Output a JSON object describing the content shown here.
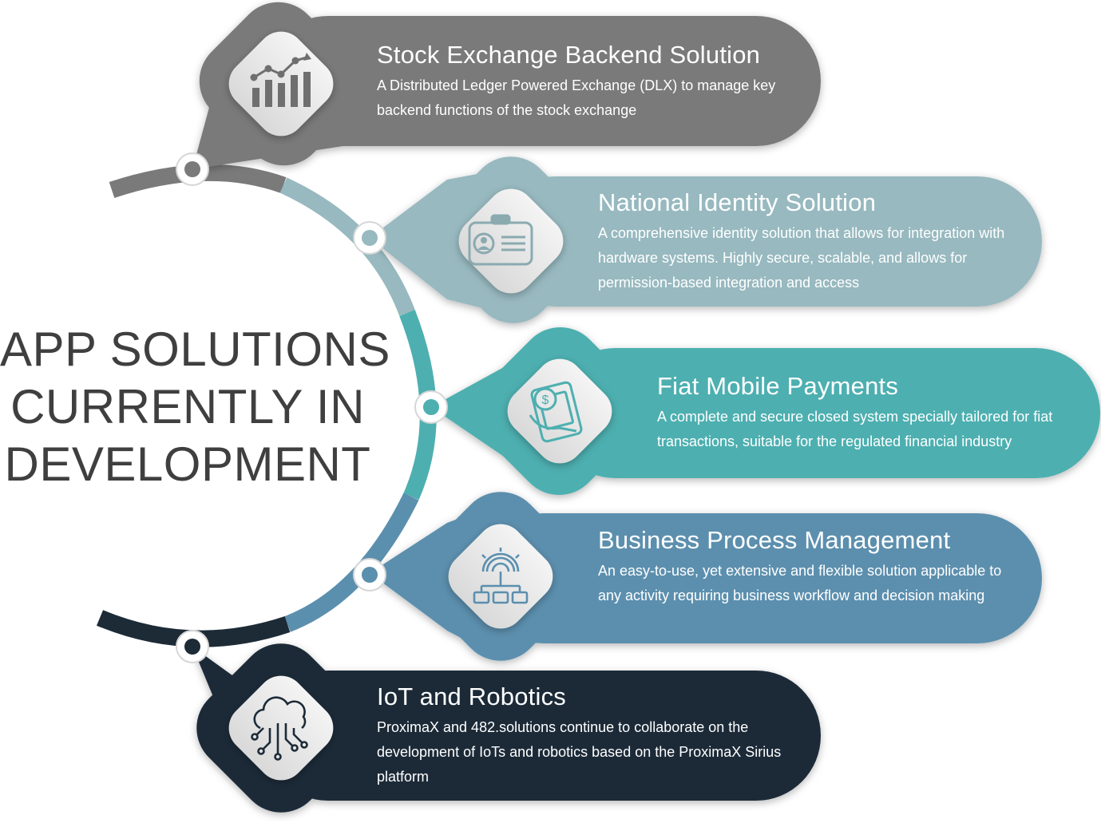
{
  "heading": {
    "line1": "APP SOLUTIONS",
    "line2": "CURRENTLY IN",
    "line3": "DEVELOPMENT"
  },
  "solutions": [
    {
      "title": "Stock Exchange Backend Solution",
      "description": "A Distributed Ledger Powered Exchange (DLX) to manage key backend functions of the stock exchange",
      "color": "#7a7a7a",
      "icon": "bar-chart-trend-icon"
    },
    {
      "title": "National Identity Solution",
      "description": "A comprehensive identity solution that allows for integration with hardware systems. Highly secure, scalable, and allows for permission-based integration and access",
      "color": "#97b9bf",
      "icon": "id-card-icon"
    },
    {
      "title": "Fiat Mobile Payments",
      "description": "A complete and secure closed system specially tailored for fiat transactions, suitable for the regulated financial industry",
      "color": "#4eafb0",
      "icon": "mobile-dollar-icon"
    },
    {
      "title": "Business Process Management",
      "description": "An easy-to-use, yet extensive and flexible solution applicable to any activity requiring business workflow and decision making",
      "color": "#5b8fae",
      "icon": "gear-workflow-icon"
    },
    {
      "title": "IoT and Robotics",
      "description": "ProximaX and 482.solutions continue to collaborate on the development of IoTs and robotics based on the ProximaX Sirius platform",
      "color": "#1d2b37",
      "icon": "cloud-circuit-icon"
    }
  ]
}
